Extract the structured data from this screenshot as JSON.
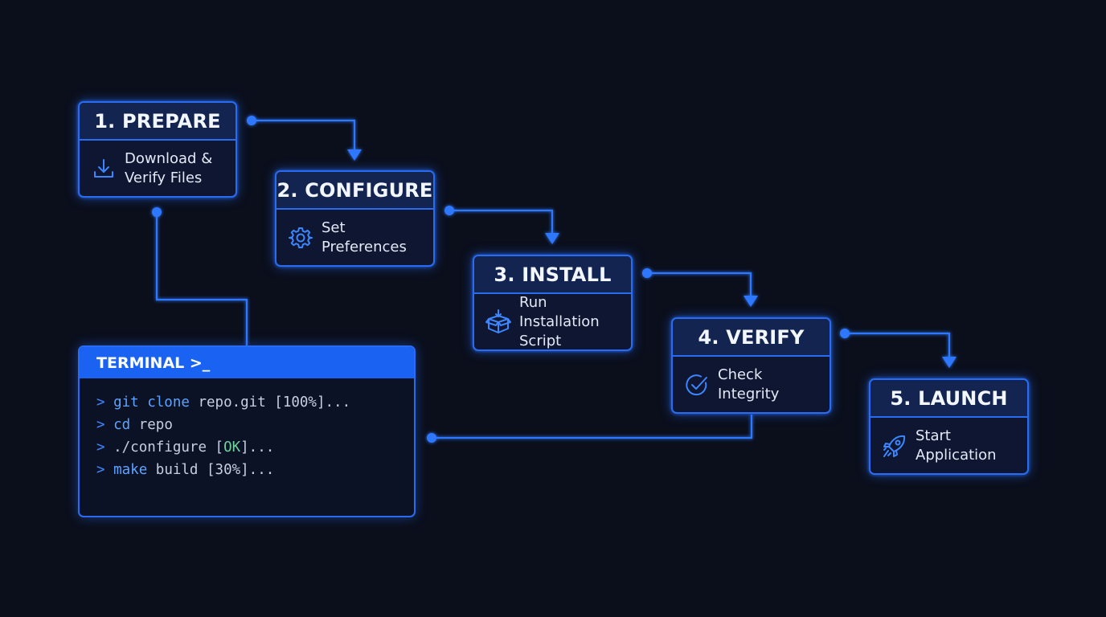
{
  "steps": [
    {
      "title": "1. PREPARE",
      "icon": "download-icon",
      "lines": [
        "Download &",
        "Verify Files"
      ]
    },
    {
      "title": "2. CONFIGURE",
      "icon": "gear-icon",
      "lines": [
        "Set Preferences"
      ]
    },
    {
      "title": "3. INSTALL",
      "icon": "package-icon",
      "lines": [
        "Run Installation",
        "Script"
      ]
    },
    {
      "title": "4. VERIFY",
      "icon": "check-circle-icon",
      "lines": [
        "Check Integrity"
      ]
    },
    {
      "title": "5. LAUNCH",
      "icon": "rocket-icon",
      "lines": [
        "Start",
        "Application"
      ]
    }
  ],
  "terminal": {
    "title": "TERMINAL >_",
    "lines": [
      {
        "prompt": ">",
        "cmd": "git clone",
        "rest_before": " repo.git [100%]...",
        "ok": "",
        "rest_after": ""
      },
      {
        "prompt": ">",
        "cmd": "cd",
        "rest_before": " repo",
        "ok": "",
        "rest_after": ""
      },
      {
        "prompt": ">",
        "cmd": "",
        "rest_before": "./configure [",
        "ok": "OK",
        "rest_after": "]..."
      },
      {
        "prompt": ">",
        "cmd": "make",
        "rest_before": " build [30%]...",
        "ok": "",
        "rest_after": ""
      }
    ]
  },
  "colors": {
    "background": "#0b0f1c",
    "accent": "#2a6cf0",
    "terminal_header": "#1a63f2",
    "command": "#5ea2ff",
    "ok": "#6fd39a"
  }
}
